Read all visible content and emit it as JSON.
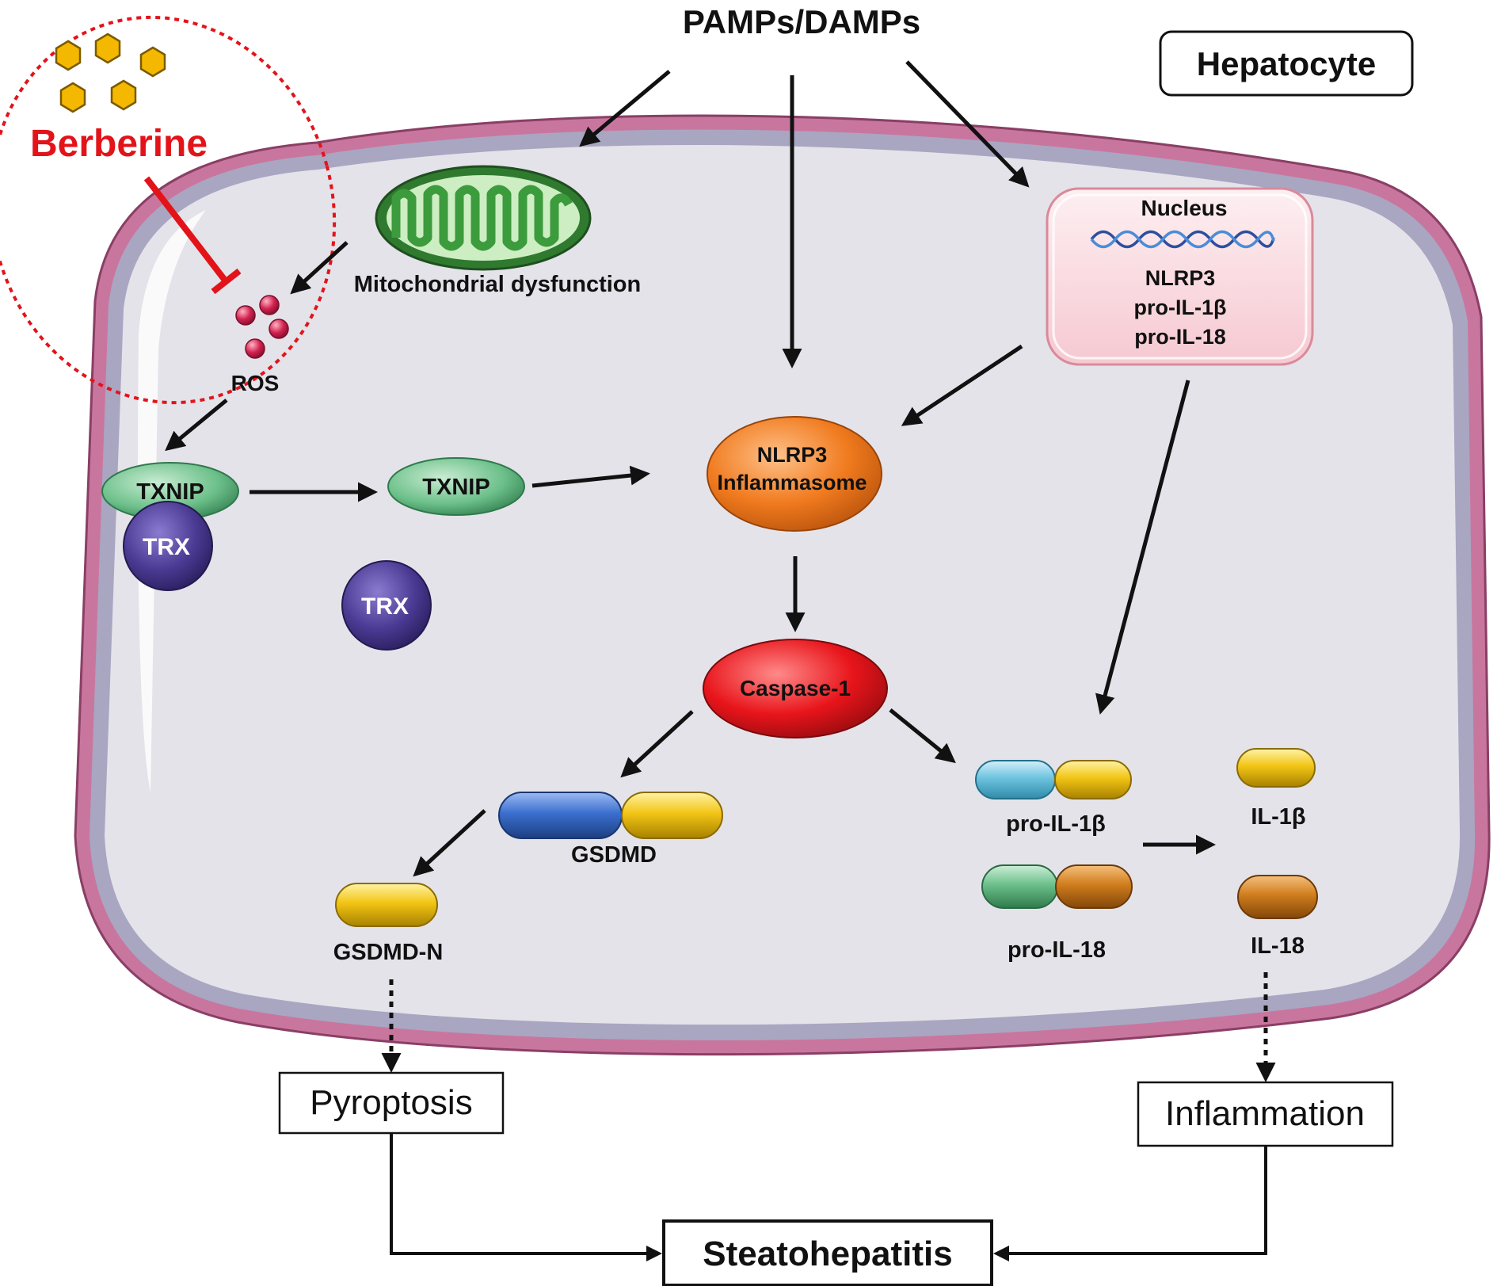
{
  "stimulus": "PAMPs/DAMPs",
  "cell_label": "Hepatocyte",
  "drug": "Berberine",
  "mitochondria_label": "Mitochondrial dysfunction",
  "ros_label": "ROS",
  "nucleus": {
    "title": "Nucleus",
    "lines": [
      "NLRP3",
      "pro-IL-1β",
      "pro-IL-18"
    ]
  },
  "txnip_label": "TXNIP",
  "trx_label": "TRX",
  "inflammasome": {
    "line1": "NLRP3",
    "line2": "Inflammasome"
  },
  "caspase_label": "Caspase-1",
  "gsdmd_label": "GSDMD",
  "gsdmd_n_label": "GSDMD-N",
  "pro_il1b_label": "pro-IL-1β",
  "pro_il18_label": "pro-IL-18",
  "il1b_label": "IL-1β",
  "il18_label": "IL-18",
  "outcomes": {
    "pyroptosis": "Pyroptosis",
    "inflammation": "Inflammation",
    "final": "Steatohepatitis"
  },
  "colors": {
    "membrane": "#c9769f",
    "cytoplasm": "#e4e3ea",
    "inhibition": "#e3131a",
    "txnip": "#5aae72",
    "trx": "#4b3a93",
    "inflammasome": "#f07a1e",
    "caspase": "#e8151b",
    "gsdmd_blue": "#3b6fcf",
    "yellow": "#f2c515",
    "light_blue": "#6ec4e0",
    "green": "#6cc08a",
    "brown": "#d07d1d",
    "nucleus_fill": "#f9d6dc",
    "ros": "#d2214f"
  }
}
